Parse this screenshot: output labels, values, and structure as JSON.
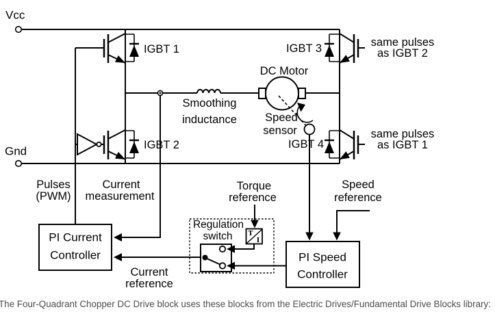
{
  "labels": {
    "vcc": "Vcc",
    "gnd": "Gnd",
    "igbt1": "IGBT 1",
    "igbt2": "IGBT 2",
    "igbt3": "IGBT 3",
    "igbt4": "IGBT 4",
    "same_pulses_igbt2": [
      "same pulses",
      "as IGBT 2"
    ],
    "same_pulses_igbt1": [
      "same pulses",
      "as IGBT 1"
    ],
    "dc_motor": "DC Motor",
    "smoothing": [
      "Smoothing",
      "inductance"
    ],
    "speed_sensor": [
      "Speed",
      "sensor"
    ],
    "pulses_pwm": [
      "Pulses",
      "(PWM)"
    ],
    "current_measurement": [
      "Current",
      "measurement"
    ],
    "torque_reference": [
      "Torque",
      "reference"
    ],
    "speed_reference": [
      "Speed",
      "reference"
    ],
    "current_reference": [
      "Current",
      "reference"
    ],
    "regulation_switch": [
      "Regulation",
      "switch"
    ],
    "pi_current_controller": [
      "PI Current",
      "Controller"
    ],
    "pi_speed_controller": [
      "PI Speed",
      "Controller"
    ],
    "torque_to_current": {
      "top": "T",
      "bottom": "I"
    }
  },
  "caption": {
    "text": "The Four-Quadrant Chopper DC Drive block uses these blocks from the Electric Drives/Fundamental Drive Blocks library:"
  },
  "colors": {
    "line": "#000000",
    "caption": "#4d4d4d",
    "background": "#ffffff"
  }
}
